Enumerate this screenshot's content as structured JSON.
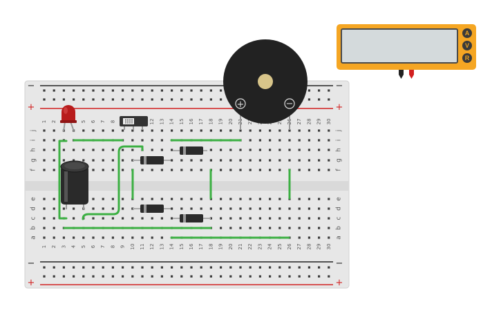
{
  "canvas": {
    "background": "#ffffff"
  },
  "breadboard": {
    "body_color": "#e7e7e7",
    "hole_color": "#3a3a3a",
    "positive_color": "#d22020",
    "negative_color": "#222222",
    "rail_signs": {
      "minus": "−",
      "plus": "+"
    },
    "row_letters_top": [
      "j",
      "i",
      "h",
      "g",
      "f"
    ],
    "row_letters_bottom": [
      "e",
      "d",
      "c",
      "b",
      "a"
    ],
    "columns": [
      "1",
      "2",
      "3",
      "4",
      "5",
      "6",
      "7",
      "8",
      "9",
      "10",
      "11",
      "12",
      "13",
      "14",
      "15",
      "16",
      "17",
      "18",
      "19",
      "20",
      "21",
      "22",
      "23",
      "24",
      "25",
      "26",
      "27",
      "28",
      "29",
      "30"
    ]
  },
  "multimeter": {
    "body_color": "#f5a623",
    "screen_color": "#d4dadc",
    "buttons": [
      "A",
      "V",
      "R"
    ],
    "probe_colors": {
      "black": "#222222",
      "red": "#d22020"
    }
  },
  "buzzer": {
    "body_color": "#222222",
    "center_color": "#d8c58a",
    "signs": {
      "plus": "+",
      "minus": "−"
    }
  },
  "wire_color": "#3cb043",
  "led": {
    "color": "#b81c1c"
  },
  "capacitor": {
    "color": "#2a2a2a"
  },
  "diode": {
    "color": "#2a2a2a",
    "band_color": "#9a9a9a"
  },
  "slide_switch": {
    "color": "#333333"
  }
}
